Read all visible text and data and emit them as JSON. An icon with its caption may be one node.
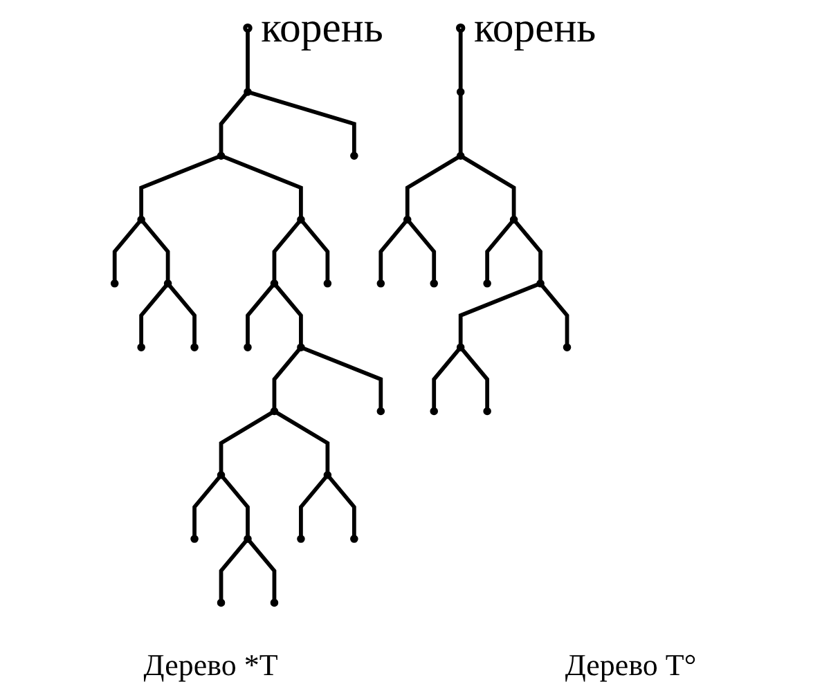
{
  "diagram": {
    "nodes": [
      {
        "text": [],
        "shape": "circle",
        "beside": [
          "корень"
        ]
      },
      {
        "text": [],
        "shape": "dot"
      },
      {
        "text": [],
        "shape": "dot"
      },
      {
        "text": [],
        "shape": "dot"
      },
      {
        "text": [],
        "shape": "dot"
      },
      {
        "text": [],
        "shape": "dot"
      },
      {
        "text": [],
        "shape": "dot"
      },
      {
        "text": [],
        "shape": "dot"
      },
      {
        "text": [],
        "shape": "dot"
      },
      {
        "text": [],
        "shape": "dot"
      },
      {
        "text": [],
        "shape": "dot"
      },
      {
        "text": [],
        "shape": "dot"
      },
      {
        "text": [],
        "shape": "dot"
      },
      {
        "text": [],
        "shape": "dot"
      },
      {
        "text": [],
        "shape": "dot"
      },
      {
        "text": [],
        "shape": "dot"
      },
      {
        "text": [],
        "shape": "dot"
      },
      {
        "text": [],
        "shape": "dot"
      },
      {
        "text": [],
        "shape": "dot"
      },
      {
        "text": [],
        "shape": "dot"
      },
      {
        "text": [],
        "shape": "dot"
      },
      {
        "text": [],
        "shape": "dot"
      },
      {
        "text": [],
        "shape": "dot"
      },
      {
        "text": [],
        "shape": "dot"
      },
      {
        "text": [],
        "shape": "circle",
        "beside": [
          "корень"
        ]
      },
      {
        "text": [],
        "shape": "dot"
      },
      {
        "text": [],
        "shape": "dot"
      },
      {
        "text": [],
        "shape": "dot"
      },
      {
        "text": [],
        "shape": "dot"
      },
      {
        "text": [],
        "shape": "dot"
      },
      {
        "text": [],
        "shape": "dot"
      },
      {
        "text": [],
        "shape": "dot"
      },
      {
        "text": [],
        "shape": "dot"
      },
      {
        "text": [],
        "shape": "dot"
      },
      {
        "text": [],
        "shape": "dot"
      },
      {
        "text": [],
        "shape": "dot"
      },
      {
        "text": [],
        "shape": "dot"
      }
    ],
    "edges": [
      {
        "from": 0,
        "to": 1,
        "arrow": "none"
      },
      {
        "from": 1,
        "to": 2,
        "arrow": "none"
      },
      {
        "from": 1,
        "to": 3,
        "arrow": "none"
      },
      {
        "from": 2,
        "to": 4,
        "arrow": "none"
      },
      {
        "from": 2,
        "to": 5,
        "arrow": "none"
      },
      {
        "from": 4,
        "to": 6,
        "arrow": "none"
      },
      {
        "from": 4,
        "to": 7,
        "arrow": "none"
      },
      {
        "from": 7,
        "to": 8,
        "arrow": "none"
      },
      {
        "from": 7,
        "to": 9,
        "arrow": "none"
      },
      {
        "from": 5,
        "to": 10,
        "arrow": "none"
      },
      {
        "from": 5,
        "to": 11,
        "arrow": "none"
      },
      {
        "from": 10,
        "to": 12,
        "arrow": "none"
      },
      {
        "from": 10,
        "to": 13,
        "arrow": "none"
      },
      {
        "from": 13,
        "to": 14,
        "arrow": "none"
      },
      {
        "from": 13,
        "to": 15,
        "arrow": "none"
      },
      {
        "from": 14,
        "to": 16,
        "arrow": "none"
      },
      {
        "from": 14,
        "to": 17,
        "arrow": "none"
      },
      {
        "from": 16,
        "to": 18,
        "arrow": "none"
      },
      {
        "from": 16,
        "to": 19,
        "arrow": "none"
      },
      {
        "from": 19,
        "to": 20,
        "arrow": "none"
      },
      {
        "from": 19,
        "to": 21,
        "arrow": "none"
      },
      {
        "from": 17,
        "to": 22,
        "arrow": "none"
      },
      {
        "from": 17,
        "to": 23,
        "arrow": "none"
      },
      {
        "from": 24,
        "to": 25,
        "arrow": "none"
      },
      {
        "from": 25,
        "to": 26,
        "arrow": "none"
      },
      {
        "from": 26,
        "to": 27,
        "arrow": "none"
      },
      {
        "from": 26,
        "to": 28,
        "arrow": "none"
      },
      {
        "from": 27,
        "to": 29,
        "arrow": "none"
      },
      {
        "from": 27,
        "to": 30,
        "arrow": "none"
      },
      {
        "from": 28,
        "to": 31,
        "arrow": "none"
      },
      {
        "from": 28,
        "to": 32,
        "arrow": "none"
      },
      {
        "from": 32,
        "to": 33,
        "arrow": "none"
      },
      {
        "from": 32,
        "to": 34,
        "arrow": "none"
      },
      {
        "from": 33,
        "to": 35,
        "arrow": "none"
      },
      {
        "from": 33,
        "to": 36,
        "arrow": "none"
      }
    ],
    "labels": [
      "Дерево *T",
      "Дерево T°"
    ]
  }
}
